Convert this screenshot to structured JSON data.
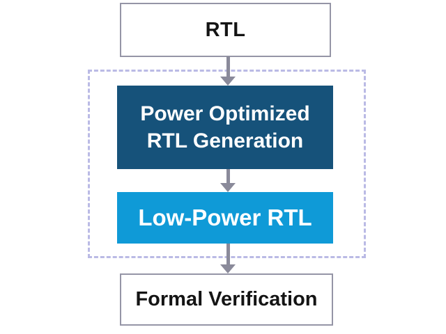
{
  "diagram": {
    "nodes": {
      "rtl": {
        "label": "RTL"
      },
      "power_optimized_rtl_generation": {
        "lines": [
          "Power Optimized",
          "RTL Generation"
        ]
      },
      "low_power_rtl": {
        "label": "Low-Power RTL"
      },
      "formal_verification": {
        "label": "Formal Verification"
      }
    },
    "edges": [
      {
        "from": "rtl",
        "to": "power_optimized_rtl_generation"
      },
      {
        "from": "power_optimized_rtl_generation",
        "to": "low_power_rtl"
      },
      {
        "from": "low_power_rtl",
        "to": "formal_verification"
      }
    ],
    "colors": {
      "dark_blue_fill": "#16527a",
      "light_blue_fill": "#0f9ad7",
      "dashed_outline": "#babae5",
      "box_border": "#9595a6",
      "arrow_gray": "#8a8a9a",
      "text_dark": "#141414",
      "text_light": "#ffffff"
    }
  }
}
